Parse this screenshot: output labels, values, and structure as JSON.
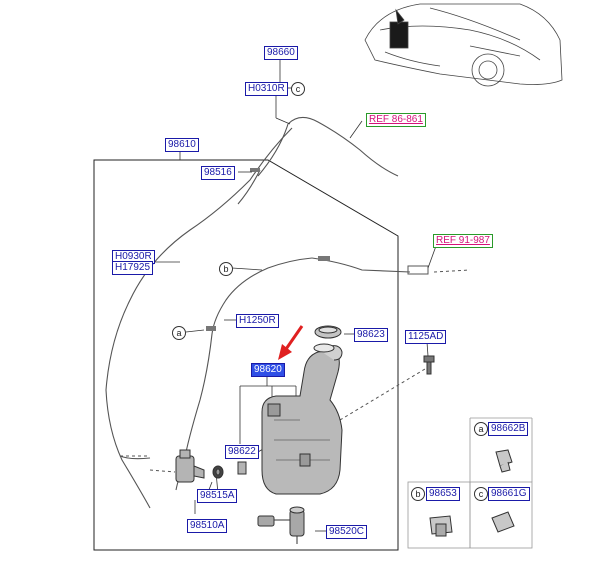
{
  "parts": {
    "p98660": "98660",
    "pH0310R": "H0310R",
    "p98610": "98610",
    "p98516": "98516",
    "pH0930R": "H0930R",
    "pH17925": "H17925",
    "pH1250R": "H1250R",
    "p98623": "98623",
    "p98620": "98620",
    "p98622": "98622",
    "p98515A": "98515A",
    "p98510A": "98510A",
    "p98520C": "98520C",
    "p1125AD": "1125AD",
    "p98662B": "98662B",
    "p98653": "98653",
    "p98661G": "98661G"
  },
  "refs": {
    "ref1": "REF 86-861",
    "ref2": "REF 91-987"
  },
  "callouts": {
    "a": "a",
    "b": "b",
    "c": "c"
  },
  "colors": {
    "label_blue": "#1a1aa8",
    "highlight": "#2f4fe6",
    "ref_magenta": "#d4127a",
    "ref_border": "#2a9a2a",
    "arrow_red": "#e02020"
  }
}
